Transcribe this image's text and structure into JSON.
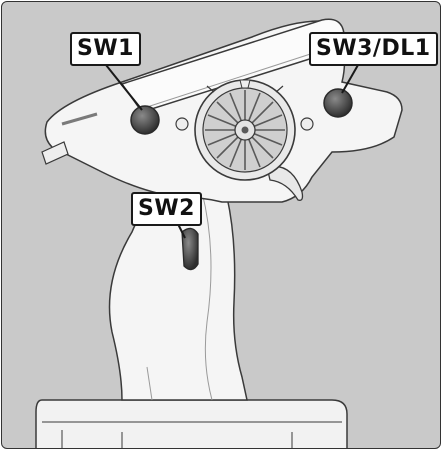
{
  "labels": {
    "sw1": "SW1",
    "sw2": "SW2",
    "sw3": "SW3/DL1"
  },
  "colors": {
    "background": "#c9c9c9",
    "body": "#f4f4f4",
    "outline": "#3a3a3a",
    "knob": "#555555",
    "label_bg": "#ffffff"
  }
}
